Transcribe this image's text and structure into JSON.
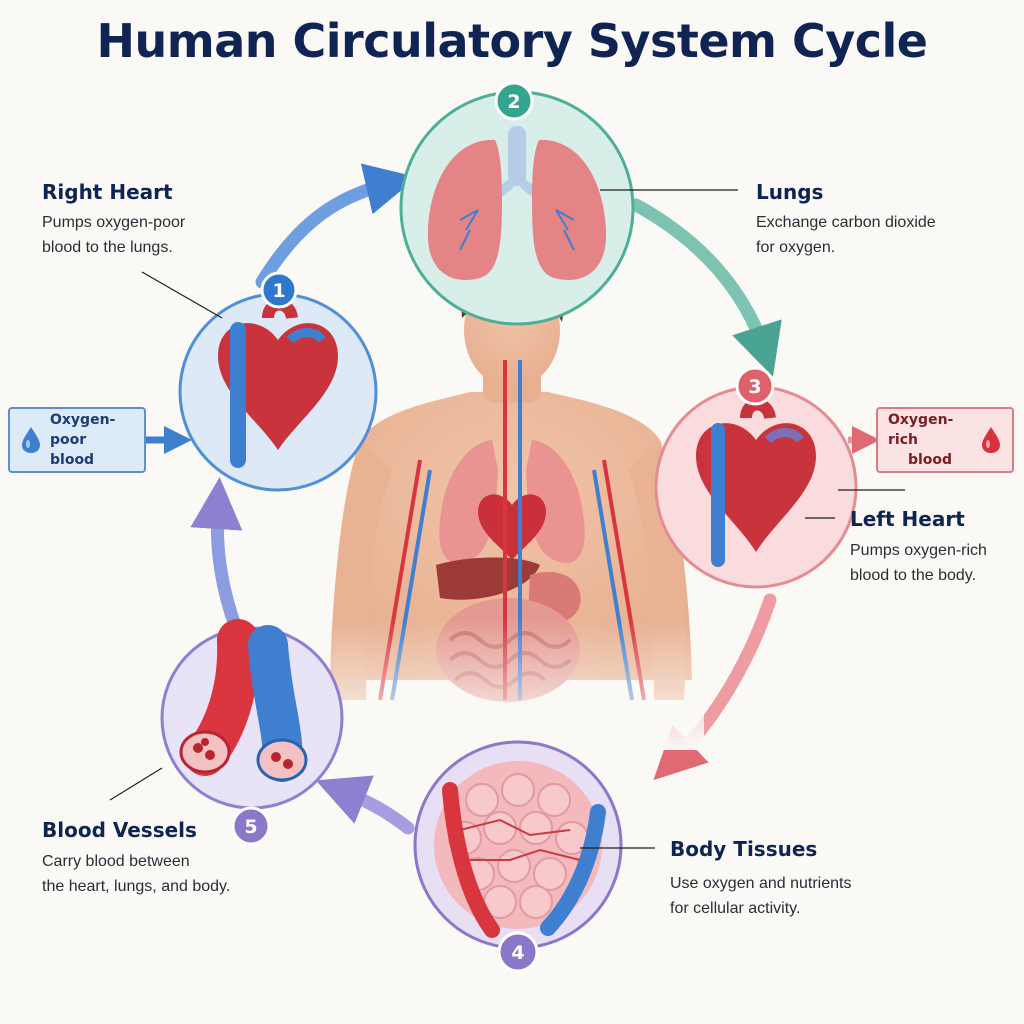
{
  "title": "Human Circulatory System Cycle",
  "stages": [
    {
      "number": "1",
      "title": "Right Heart",
      "desc": [
        "Pumps oxygen-poor",
        "blood to the lungs."
      ]
    },
    {
      "number": "2",
      "title": "Lungs",
      "desc": [
        "Exchange carbon dioxide",
        "for oxygen."
      ]
    },
    {
      "number": "3",
      "title": "Left Heart",
      "desc": [
        "Pumps oxygen-rich",
        "blood to the body."
      ]
    },
    {
      "number": "4",
      "title": "Body Tissues",
      "desc": [
        "Use oxygen and nutrients",
        "for cellular activity."
      ]
    },
    {
      "number": "5",
      "title": "Blood Vessels",
      "desc": [
        "Carry blood between",
        "the heart, lungs, and body."
      ]
    }
  ],
  "tags": {
    "oxygen_poor": [
      "Oxygen-poor",
      "blood"
    ],
    "oxygen_rich": [
      "Oxygen-rich",
      "blood"
    ]
  },
  "colors": {
    "title": "#0f2452",
    "stage1": "#2f78cc",
    "stage2": "#36a58f",
    "stage3": "#e0606c",
    "stage4": "#8a78c8",
    "stage5": "#8a78c8",
    "oxygen_poor": "#3f7fd0",
    "oxygen_rich": "#d8323c"
  },
  "icons": {
    "stage1": "heart-icon",
    "stage2": "lungs-icon",
    "stage3": "heart-icon",
    "stage4": "tissue-icon",
    "stage5": "blood-vessel-icon",
    "center": "human-body-icon"
  }
}
